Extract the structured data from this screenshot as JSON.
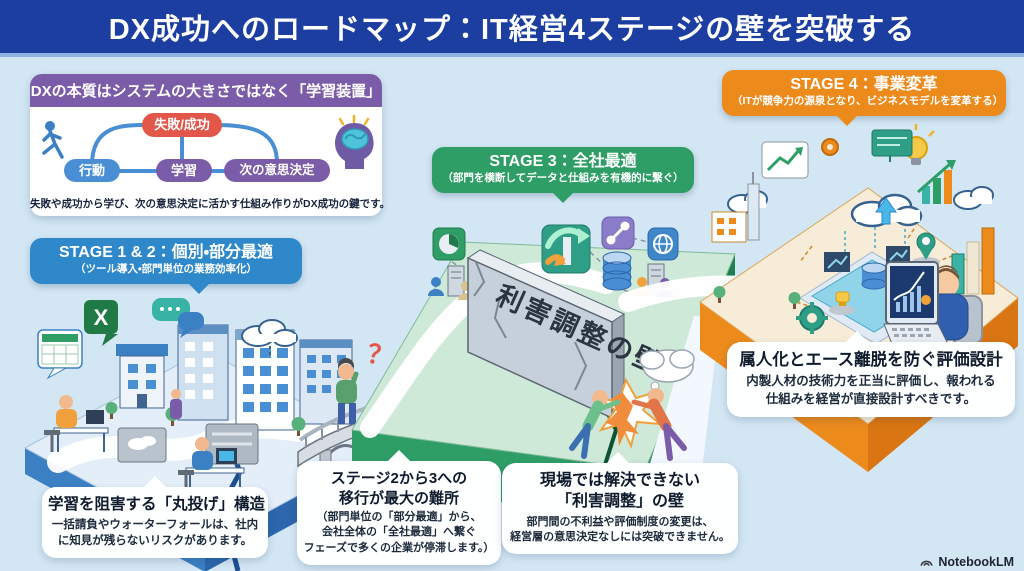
{
  "title": "DX成功へのロードマップ：IT経営4ステージの壁を突破する",
  "learning_box": {
    "header": "DXの本質はシステムの大きさではなく「学習装置」",
    "nodes": {
      "action": "行動",
      "learning": "学習",
      "fail_success": "失敗/成功",
      "next_decision": "次の意思決定"
    },
    "caption": "失敗や成功から学び、次の意思決定に活かす仕組み作りがDX成功の鍵です。"
  },
  "stage_bubbles": {
    "stage12": {
      "title": "STAGE 1 & 2：個別・部分最適",
      "subtitle": "（ツール導入・部門単位の業務効率化）",
      "color": "#2f88ca"
    },
    "stage3": {
      "title": "STAGE 3：全社最適",
      "subtitle": "（部門を横断してデータと仕組みを有機的に繋ぐ）",
      "color": "#2f9e66"
    },
    "stage4": {
      "title": "STAGE 4：事業変革",
      "subtitle": "（ITが競争力の源泉となり、ビジネスモデルを変革する）",
      "color": "#ec8a1c"
    }
  },
  "scene": {
    "wall_label": "利害調整の壁",
    "question_mark": "？",
    "excel_label": "X"
  },
  "callouts": {
    "marunage": {
      "title": "学習を阻害する「丸投げ」構造",
      "body_line1": "一括請負やウォーターフォールは、社内",
      "body_line2": "に知見が残らないリスクがあります。"
    },
    "transition": {
      "title_line1": "ステージ2から3への",
      "title_line2": "移行が最大の難所",
      "body_line1": "（部門単位の「部分最適」から、",
      "body_line2": "会社全体の「全社最適」へ繋ぐ",
      "body_line3": "フェーズで多くの企業が停滞します。）"
    },
    "rigai": {
      "title_line1": "現場では解決できない",
      "title_line2": "「利害調整」の壁",
      "body_line1": "部門間の不利益や評価制度の変更は、",
      "body_line2": "経営層の意思決定なしには突破できません。"
    },
    "hyouka": {
      "title": "属人化とエース離脱を防ぐ評価設計",
      "body_line1": "内製人材の技術力を正当に評価し、報われる",
      "body_line2": "仕組みを経営が直接設計すべきです。"
    }
  },
  "footer": {
    "brand": "NotebookLM"
  },
  "colors": {
    "title_bar": "#1c3ea0",
    "background": "#d3e6f3",
    "header_purple": "#7a5ca8",
    "action_pill": "#4a8fd3",
    "fail_pill": "#e2574a",
    "stage12_platform": "#3c80c4",
    "stage3_platform": "#2f9e66",
    "stage4_platform": "#ec8a1c",
    "wall_gray": "#c6d0da"
  }
}
